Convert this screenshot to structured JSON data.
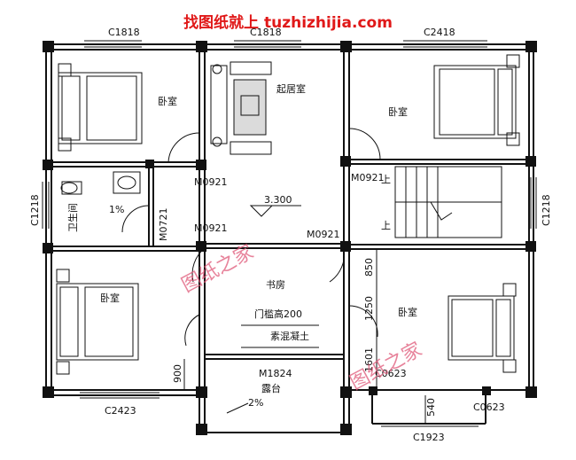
{
  "header": {
    "text": "找图纸就上 tuzhizhijia.com",
    "color": "#e01818"
  },
  "watermark": {
    "text": "图纸之家",
    "color": "#e05a7a"
  },
  "rooms": {
    "bedroom": "卧室",
    "living": "起居室",
    "bathroom": "卫生间",
    "study": "书房",
    "terrace": "露台"
  },
  "windows": {
    "c1818_left": "C1818",
    "c1818_mid": "C1818",
    "c2418": "C2418",
    "c1218_left": "C1218",
    "c1218_right": "C1218",
    "c2423": "C2423",
    "c1923": "C1923",
    "c0623_a": "C0623",
    "c0623_b": "C0623"
  },
  "doors": {
    "m0921_a": "M0921",
    "m0921_b": "M0921",
    "m0921_c": "M0921",
    "m0921_d": "M0921",
    "m0721": "M0721",
    "m1824": "M1824"
  },
  "notes": {
    "elevation": "3.300",
    "slope_bath": "1%",
    "slope_terrace": "2%",
    "threshold": "门槛高200",
    "concrete": "素混凝土",
    "up": "上"
  },
  "dimensions": {
    "d850": "850",
    "d1250": "1250",
    "d1601": "1601",
    "d900": "900",
    "d540": "540"
  },
  "colors": {
    "wall": "#111111",
    "pillar": "#111111",
    "hatch": "#444444"
  }
}
